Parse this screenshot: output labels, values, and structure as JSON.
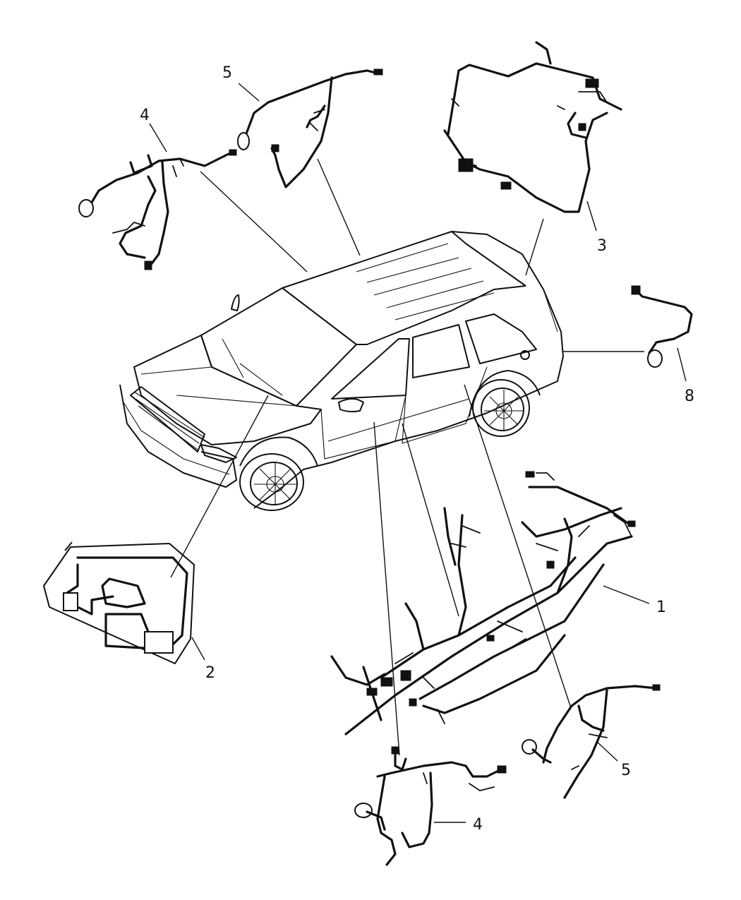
{
  "callouts": {
    "c1": "1",
    "c2": "2",
    "c3": "3",
    "c4_top": "4",
    "c4_bottom": "4",
    "c5_top": "5",
    "c5_right": "5",
    "c8": "8"
  }
}
